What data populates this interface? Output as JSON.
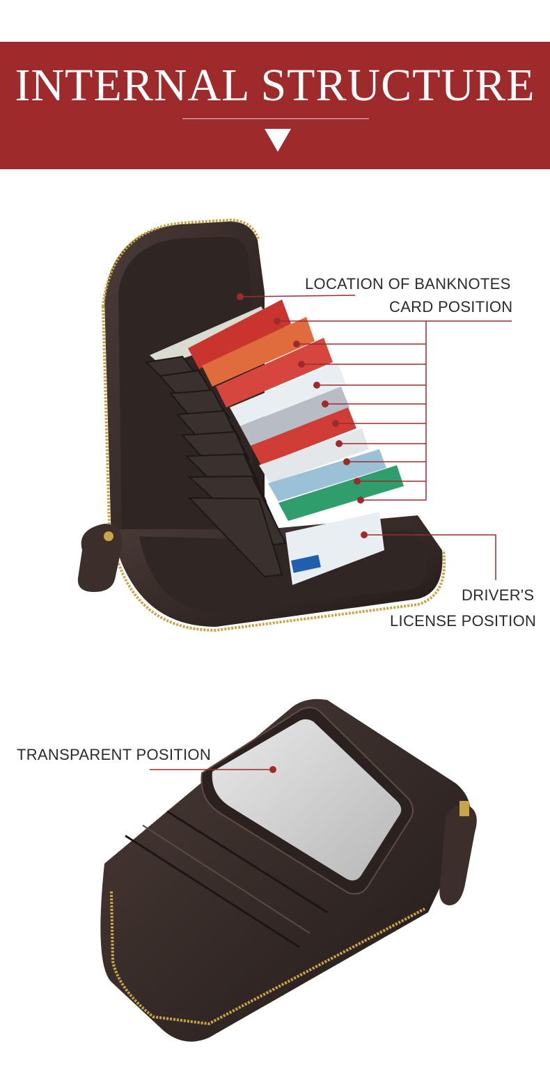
{
  "banner": {
    "title": "INTERNAL  STRUCTURE",
    "background_color": "#9e2a2b",
    "icon": "triangle-down-icon"
  },
  "callouts": {
    "banknotes": "LOCATION OF BANKNOTES",
    "card": "CARD POSITION",
    "drivers_line1": "DRIVER'S",
    "drivers_line2": "LICENSE POSITION",
    "transparent": "TRANSPARENT POSITION",
    "line_color": "#9e2a2b"
  }
}
